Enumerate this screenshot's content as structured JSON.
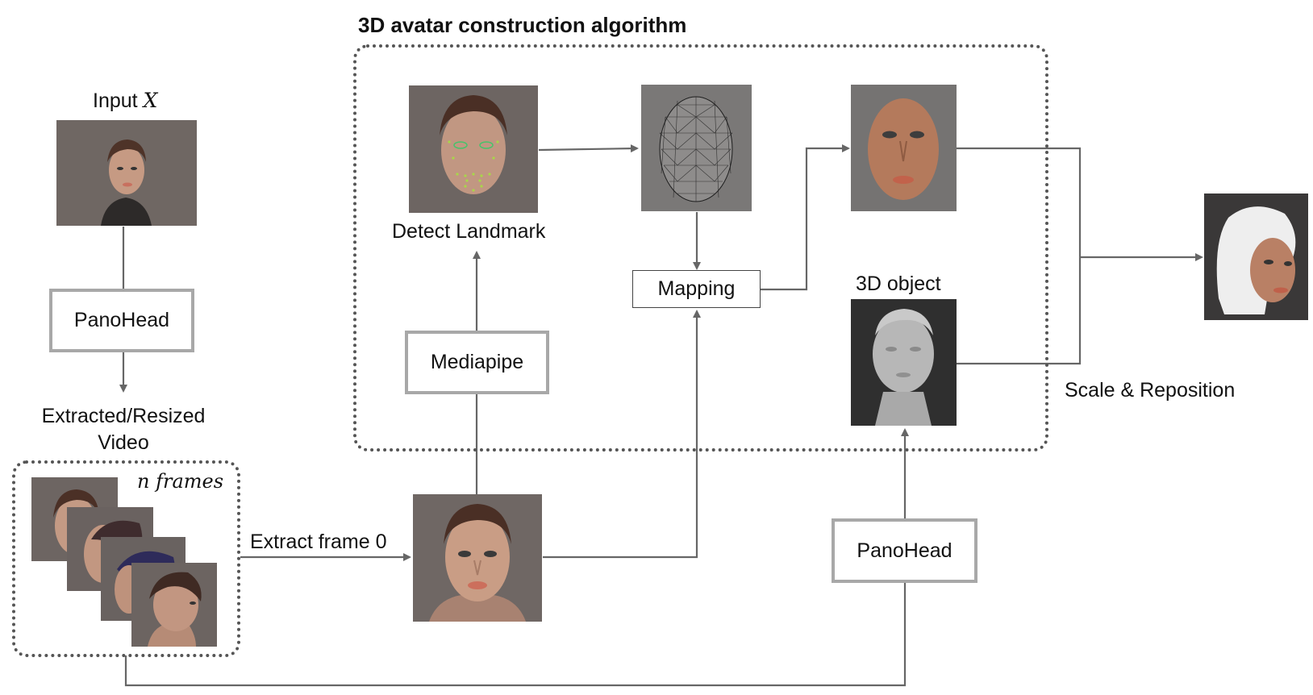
{
  "algorithm_title": "3D avatar construction algorithm",
  "input_label_prefix": "Input ",
  "input_label_var": "X",
  "panohead_left": "PanoHead",
  "extracted_line1": "Extracted/Resized",
  "extracted_line2": "Video",
  "n_frames": "n frames",
  "extract_frame": "Extract frame 0",
  "mediapipe": "Mediapipe",
  "detect_landmark": "Detect Landmark",
  "mapping": "Mapping",
  "object_3d": "3D object",
  "panohead_bottom": "PanoHead",
  "scale_reposition": "Scale & Reposition"
}
